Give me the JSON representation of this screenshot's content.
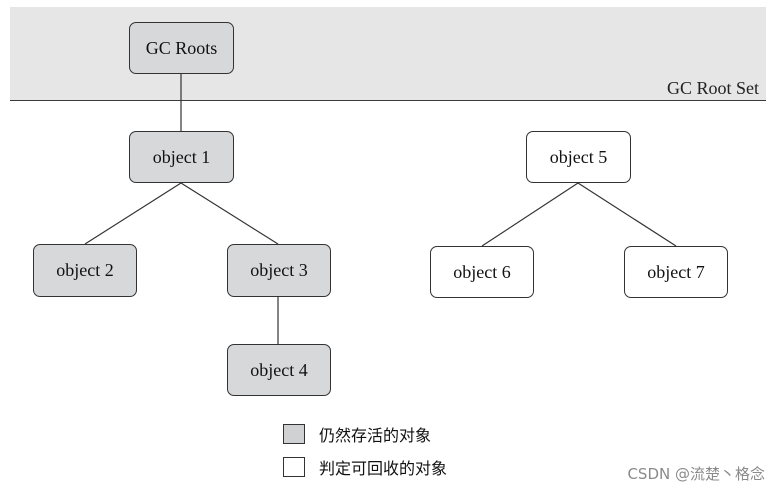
{
  "root_set": {
    "label": "GC Root Set"
  },
  "nodes": {
    "gc_roots": {
      "label": "GC Roots",
      "state": "live"
    },
    "object1": {
      "label": "object 1",
      "state": "live"
    },
    "object2": {
      "label": "object 2",
      "state": "live"
    },
    "object3": {
      "label": "object 3",
      "state": "live"
    },
    "object4": {
      "label": "object 4",
      "state": "live"
    },
    "object5": {
      "label": "object 5",
      "state": "dead"
    },
    "object6": {
      "label": "object 6",
      "state": "dead"
    },
    "object7": {
      "label": "object 7",
      "state": "dead"
    }
  },
  "edges": [
    [
      "gc_roots",
      "object1"
    ],
    [
      "object1",
      "object2"
    ],
    [
      "object1",
      "object3"
    ],
    [
      "object3",
      "object4"
    ],
    [
      "object5",
      "object6"
    ],
    [
      "object5",
      "object7"
    ]
  ],
  "legend": {
    "live": "仍然存活的对象",
    "dead": "判定可回收的对象"
  },
  "colors": {
    "live_fill": "#d6d8d9",
    "dead_fill": "#ffffff",
    "band_fill": "#e6e6e6",
    "stroke": "#333333"
  },
  "watermark": "CSDN @流楚丶格念"
}
